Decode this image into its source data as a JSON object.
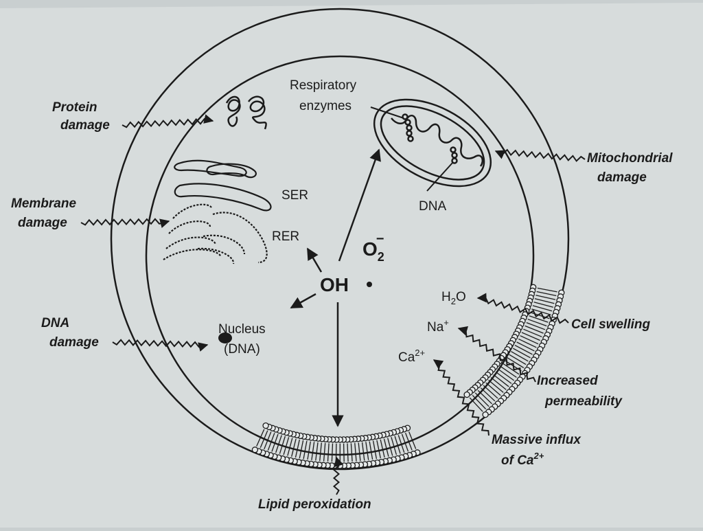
{
  "labels": {
    "protein_damage_1": "Protein",
    "protein_damage_2": "damage",
    "membrane_damage_1": "Membrane",
    "membrane_damage_2": "damage",
    "dna_damage_1": "DNA",
    "dna_damage_2": "damage",
    "respiratory_1": "Respiratory",
    "respiratory_2": "enzymes",
    "mito_damage_1": "Mitochondrial",
    "mito_damage_2": "damage",
    "ser": "SER",
    "rer": "RER",
    "mito_dna": "DNA",
    "superoxide": "O",
    "superoxide_sub": "2",
    "superoxide_sup": "−",
    "radical": "OH",
    "nucleus_1": "Nucleus",
    "nucleus_2": "(DNA)",
    "water": "H",
    "water_sub": "2",
    "water_o": "O",
    "sodium": "Na",
    "sodium_sup": "+",
    "calcium": "Ca",
    "calcium_sup": "2+",
    "cell_swelling": "Cell swelling",
    "permeability_1": "Increased",
    "permeability_2": "permeability",
    "influx_1": "Massive influx",
    "influx_2": "of Ca",
    "influx_sup": "2+",
    "lipid": "Lipid peroxidation"
  },
  "colors": {
    "ink": "#1b1b1b",
    "paper": "#d7dcdc",
    "background": "#c9cfd0"
  }
}
